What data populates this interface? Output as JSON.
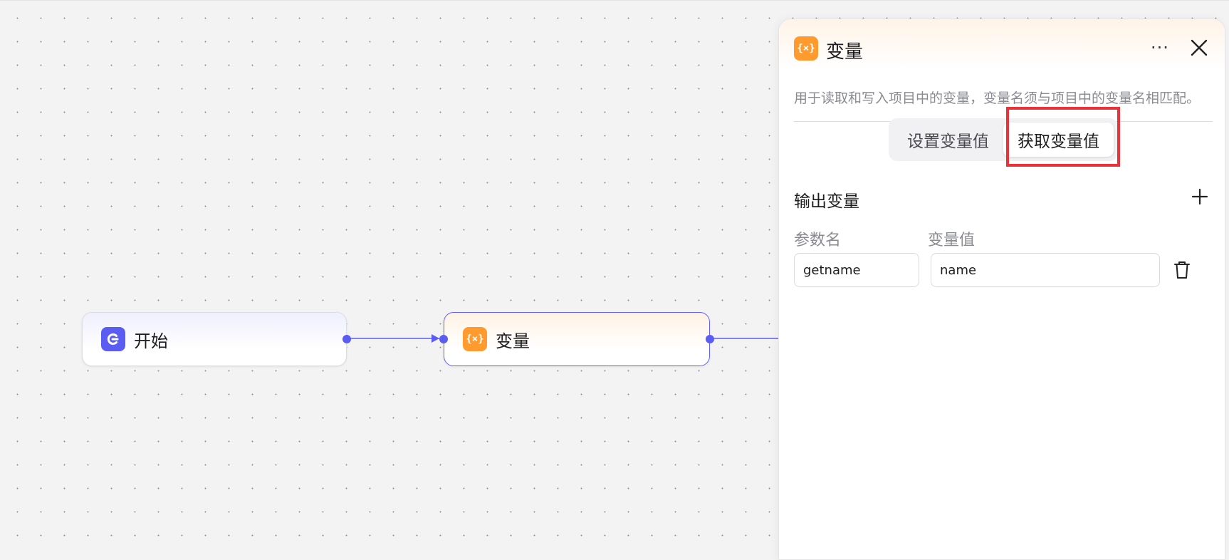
{
  "canvas": {
    "nodes": [
      {
        "title": "开始",
        "icon": "start-icon"
      },
      {
        "title": "变量",
        "icon": "variable-icon"
      }
    ]
  },
  "panel": {
    "title": "变量",
    "icon": "variable-icon",
    "description": "用于读取和写入项目中的变量，变量名须与项目中的变量名相匹配。",
    "mode_options": [
      "设置变量值",
      "获取变量值"
    ],
    "active_mode": "获取变量值",
    "output_section_title": "输出变量",
    "columns": {
      "param": "参数名",
      "value": "变量值"
    },
    "rows": [
      {
        "param": "getname",
        "value": "name"
      }
    ]
  },
  "colors": {
    "accent": "#5b5cf2",
    "variable_orange": "#ff9a2e",
    "highlight_red": "#e8333a"
  }
}
